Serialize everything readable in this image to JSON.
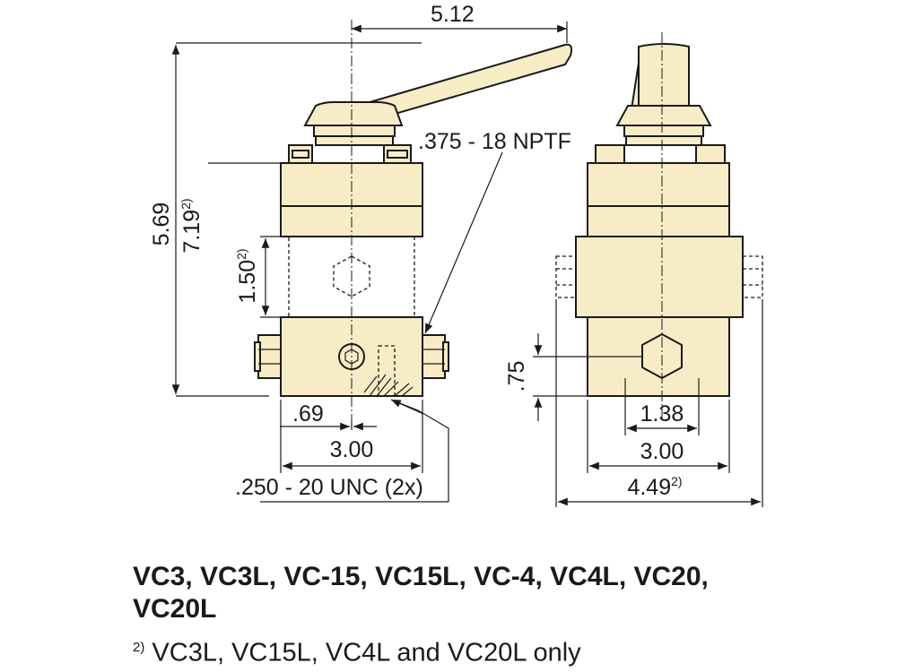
{
  "dimensions": {
    "lever_reach": "5.12",
    "body_height": "5.69",
    "overall_height": "7.19",
    "overall_height_note": "2)",
    "lever_port_spacing": "1.50",
    "lever_port_spacing_note": "2)",
    "pipe_port": ".375 - 18 NPTF",
    "port_offset": ".69",
    "body_width_front": "3.00",
    "mount_thread": ".250 - 20 UNC (2x)",
    "port_height": ".75",
    "port_spacing": "1.38",
    "body_width_side": "3.00",
    "overall_width": "4.49",
    "overall_width_note": "2)"
  },
  "caption": {
    "models": "VC3, VC3L, VC-15, VC15L, VC-4, VC4L, VC20, VC20L",
    "footnote_mark": "2)",
    "footnote_text": "VC3L, VC15L, VC4L and VC20L only"
  },
  "colors": {
    "body": "#f8ecc6",
    "outline": "#1a1a1a"
  }
}
